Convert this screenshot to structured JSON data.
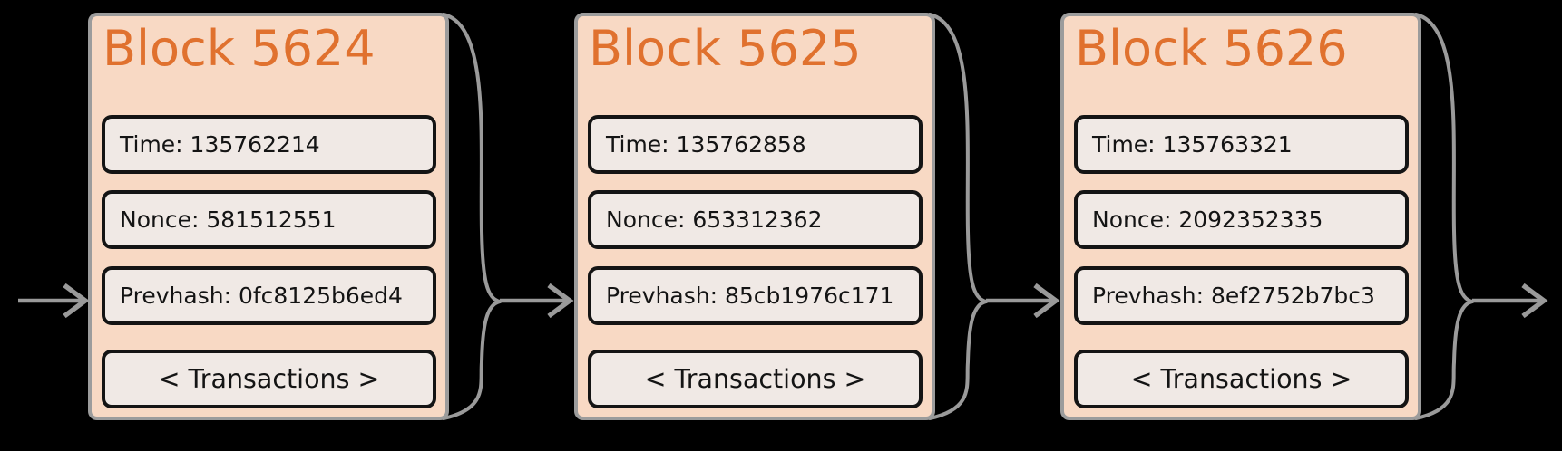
{
  "diagram": {
    "background": "#000000",
    "colors": {
      "block_fill": "#f8d9c4",
      "block_border": "#9c9c9c",
      "title": "#e0712e",
      "field_fill": "#f0e9e5",
      "field_border": "#141414",
      "field_text": "#141414",
      "connector": "#9a9a9a"
    },
    "blocks": [
      {
        "title": "Block 5624",
        "time": "Time: 135762214",
        "nonce": "Nonce: 581512551",
        "prevhash": "Prevhash: 0fc8125b6ed4",
        "transactions": "< Transactions >"
      },
      {
        "title": "Block 5625",
        "time": "Time: 135762858",
        "nonce": "Nonce: 653312362",
        "prevhash": "Prevhash: 85cb1976c171",
        "transactions": "< Transactions >"
      },
      {
        "title": "Block 5626",
        "time": "Time: 135763321",
        "nonce": "Nonce: 2092352335",
        "prevhash": "Prevhash: 8ef2752b7bc3",
        "transactions": "< Transactions >"
      }
    ]
  }
}
